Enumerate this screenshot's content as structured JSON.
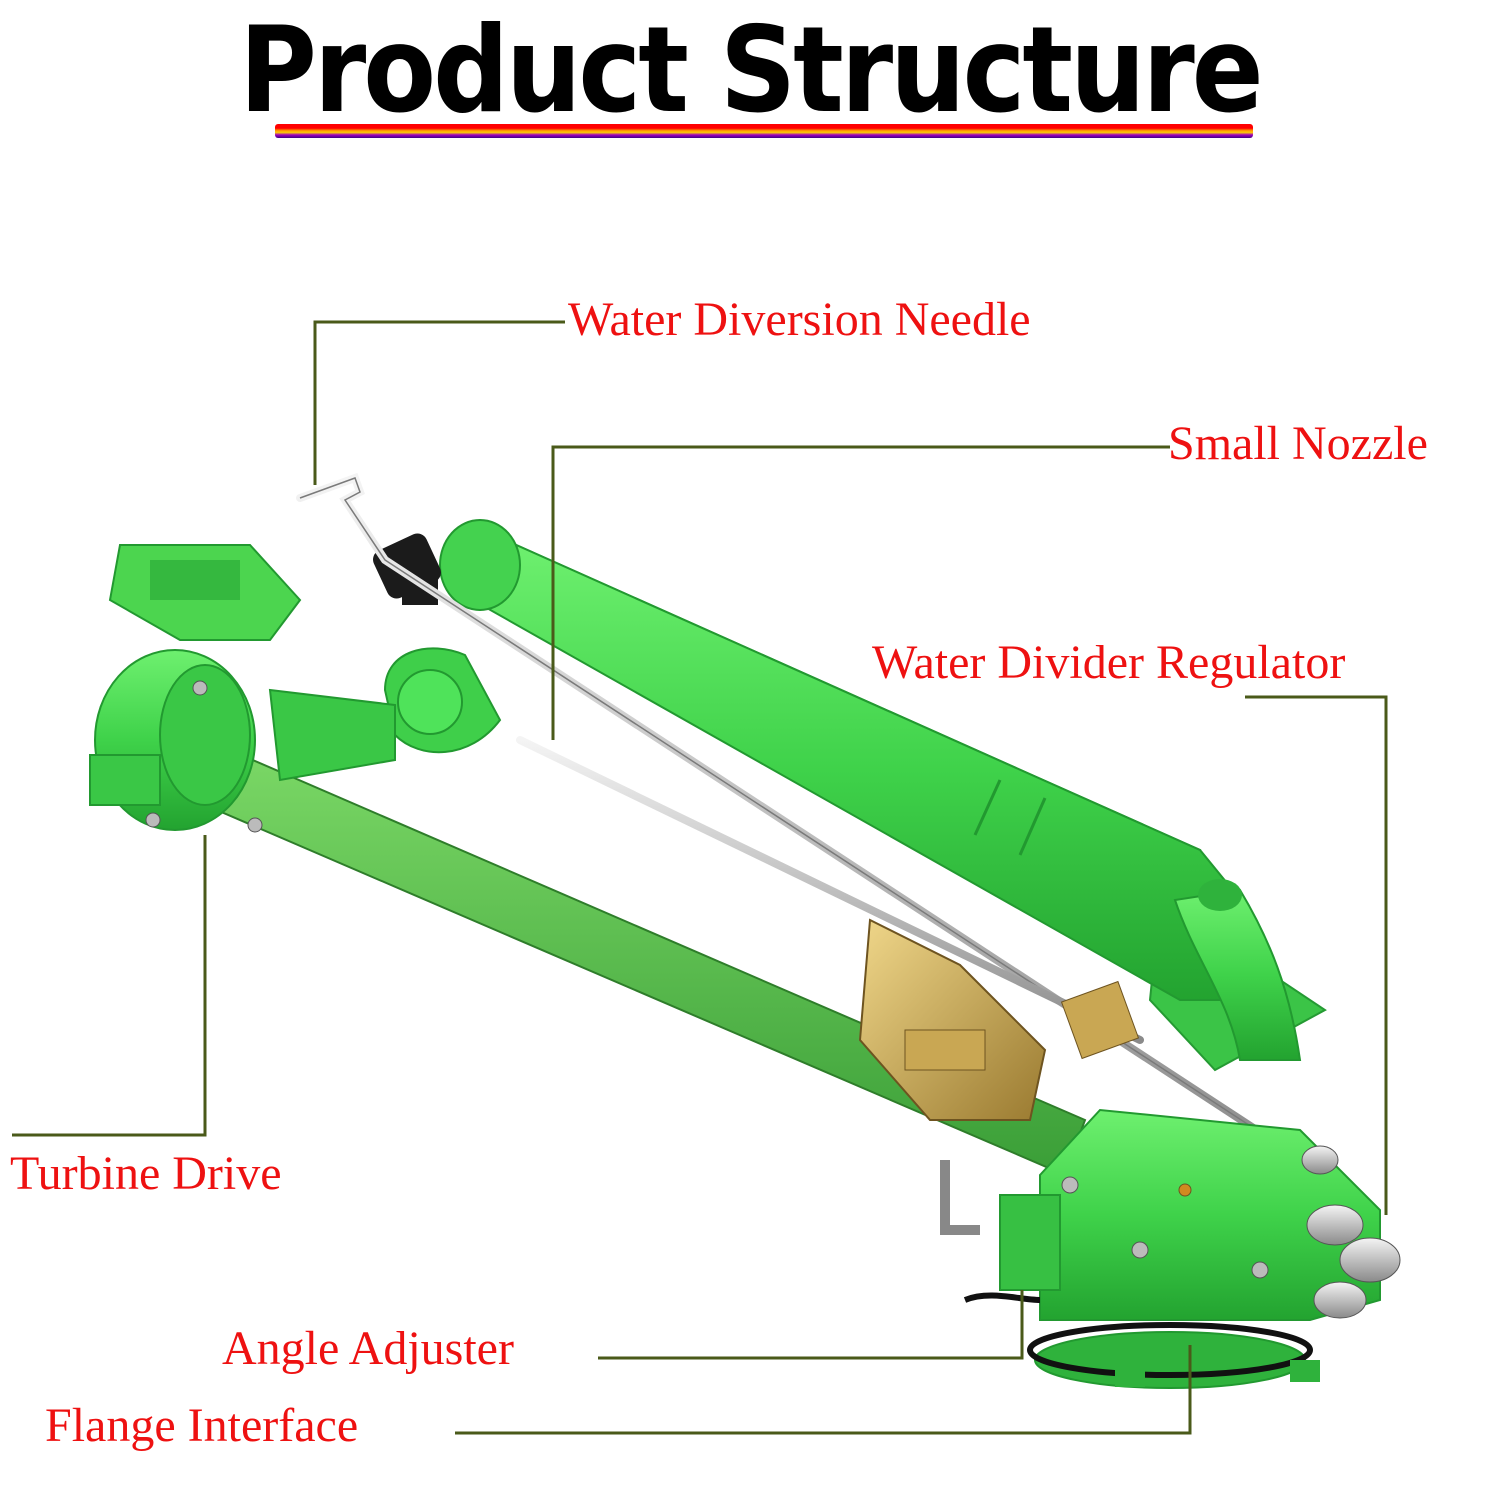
{
  "title": "Product Structure",
  "colors": {
    "label": "#ee1111",
    "leader": "#4a5a1a",
    "body_green": "#3fd24a",
    "tube_green": "#55c24a"
  },
  "labels": {
    "water_diversion_needle": "Water Diversion Needle",
    "small_nozzle": "Small Nozzle",
    "water_divider_regulator": "Water Divider Regulator",
    "turbine_drive": "Turbine Drive",
    "angle_adjuster": "Angle Adjuster",
    "flange_interface": "Flange Interface"
  }
}
